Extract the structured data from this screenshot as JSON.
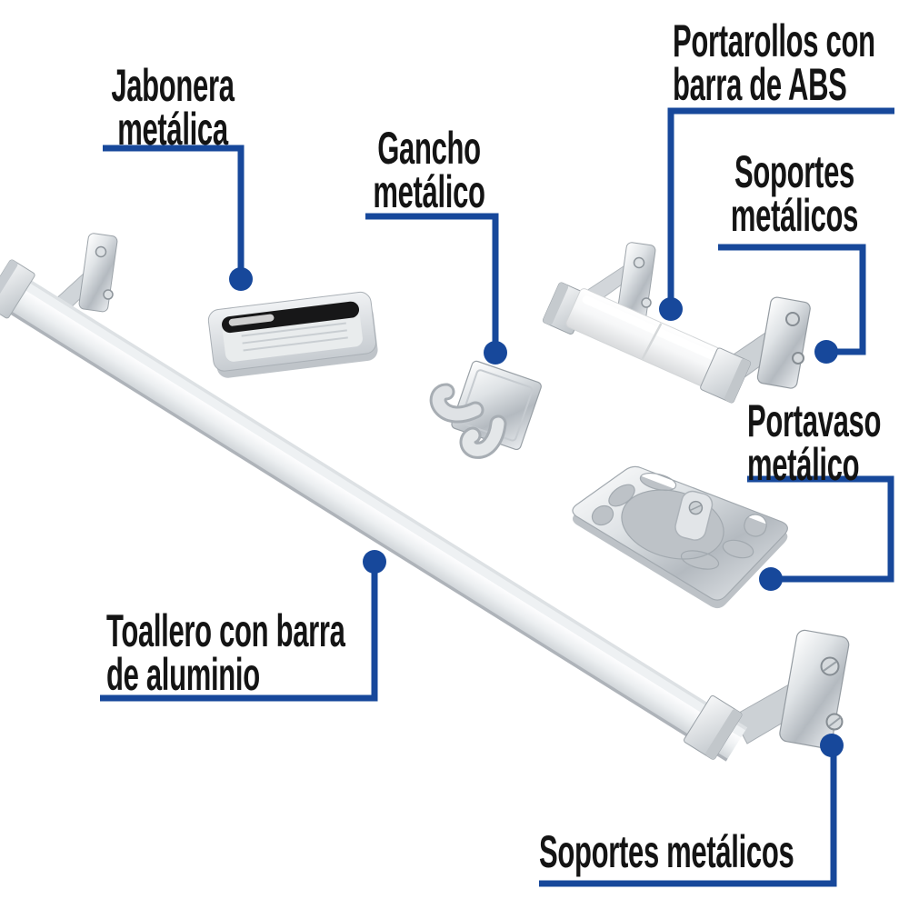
{
  "meta": {
    "background_color": "#ffffff",
    "accent_color": "#17489b",
    "text_color": "#141414",
    "chrome_color": "#d5d9dd",
    "description_names": [
      "callout-diagram-bathroom-accessory-set"
    ]
  },
  "labels": {
    "jabonera": {
      "lines": [
        "Jabonera",
        "metálica"
      ]
    },
    "gancho": {
      "lines": [
        "Gancho",
        "metálico"
      ]
    },
    "portarollos": {
      "lines": [
        "Portarollos con",
        "barra de ABS"
      ]
    },
    "soportes_superior": {
      "lines": [
        "Soportes",
        "metálicos"
      ]
    },
    "portavaso": {
      "lines": [
        "Portavaso",
        "metálico"
      ]
    },
    "toallero": {
      "lines": [
        "Toallero con barra",
        "de aluminio"
      ]
    },
    "soportes_inferior": {
      "lines": [
        "Soportes metálicos"
      ]
    }
  }
}
